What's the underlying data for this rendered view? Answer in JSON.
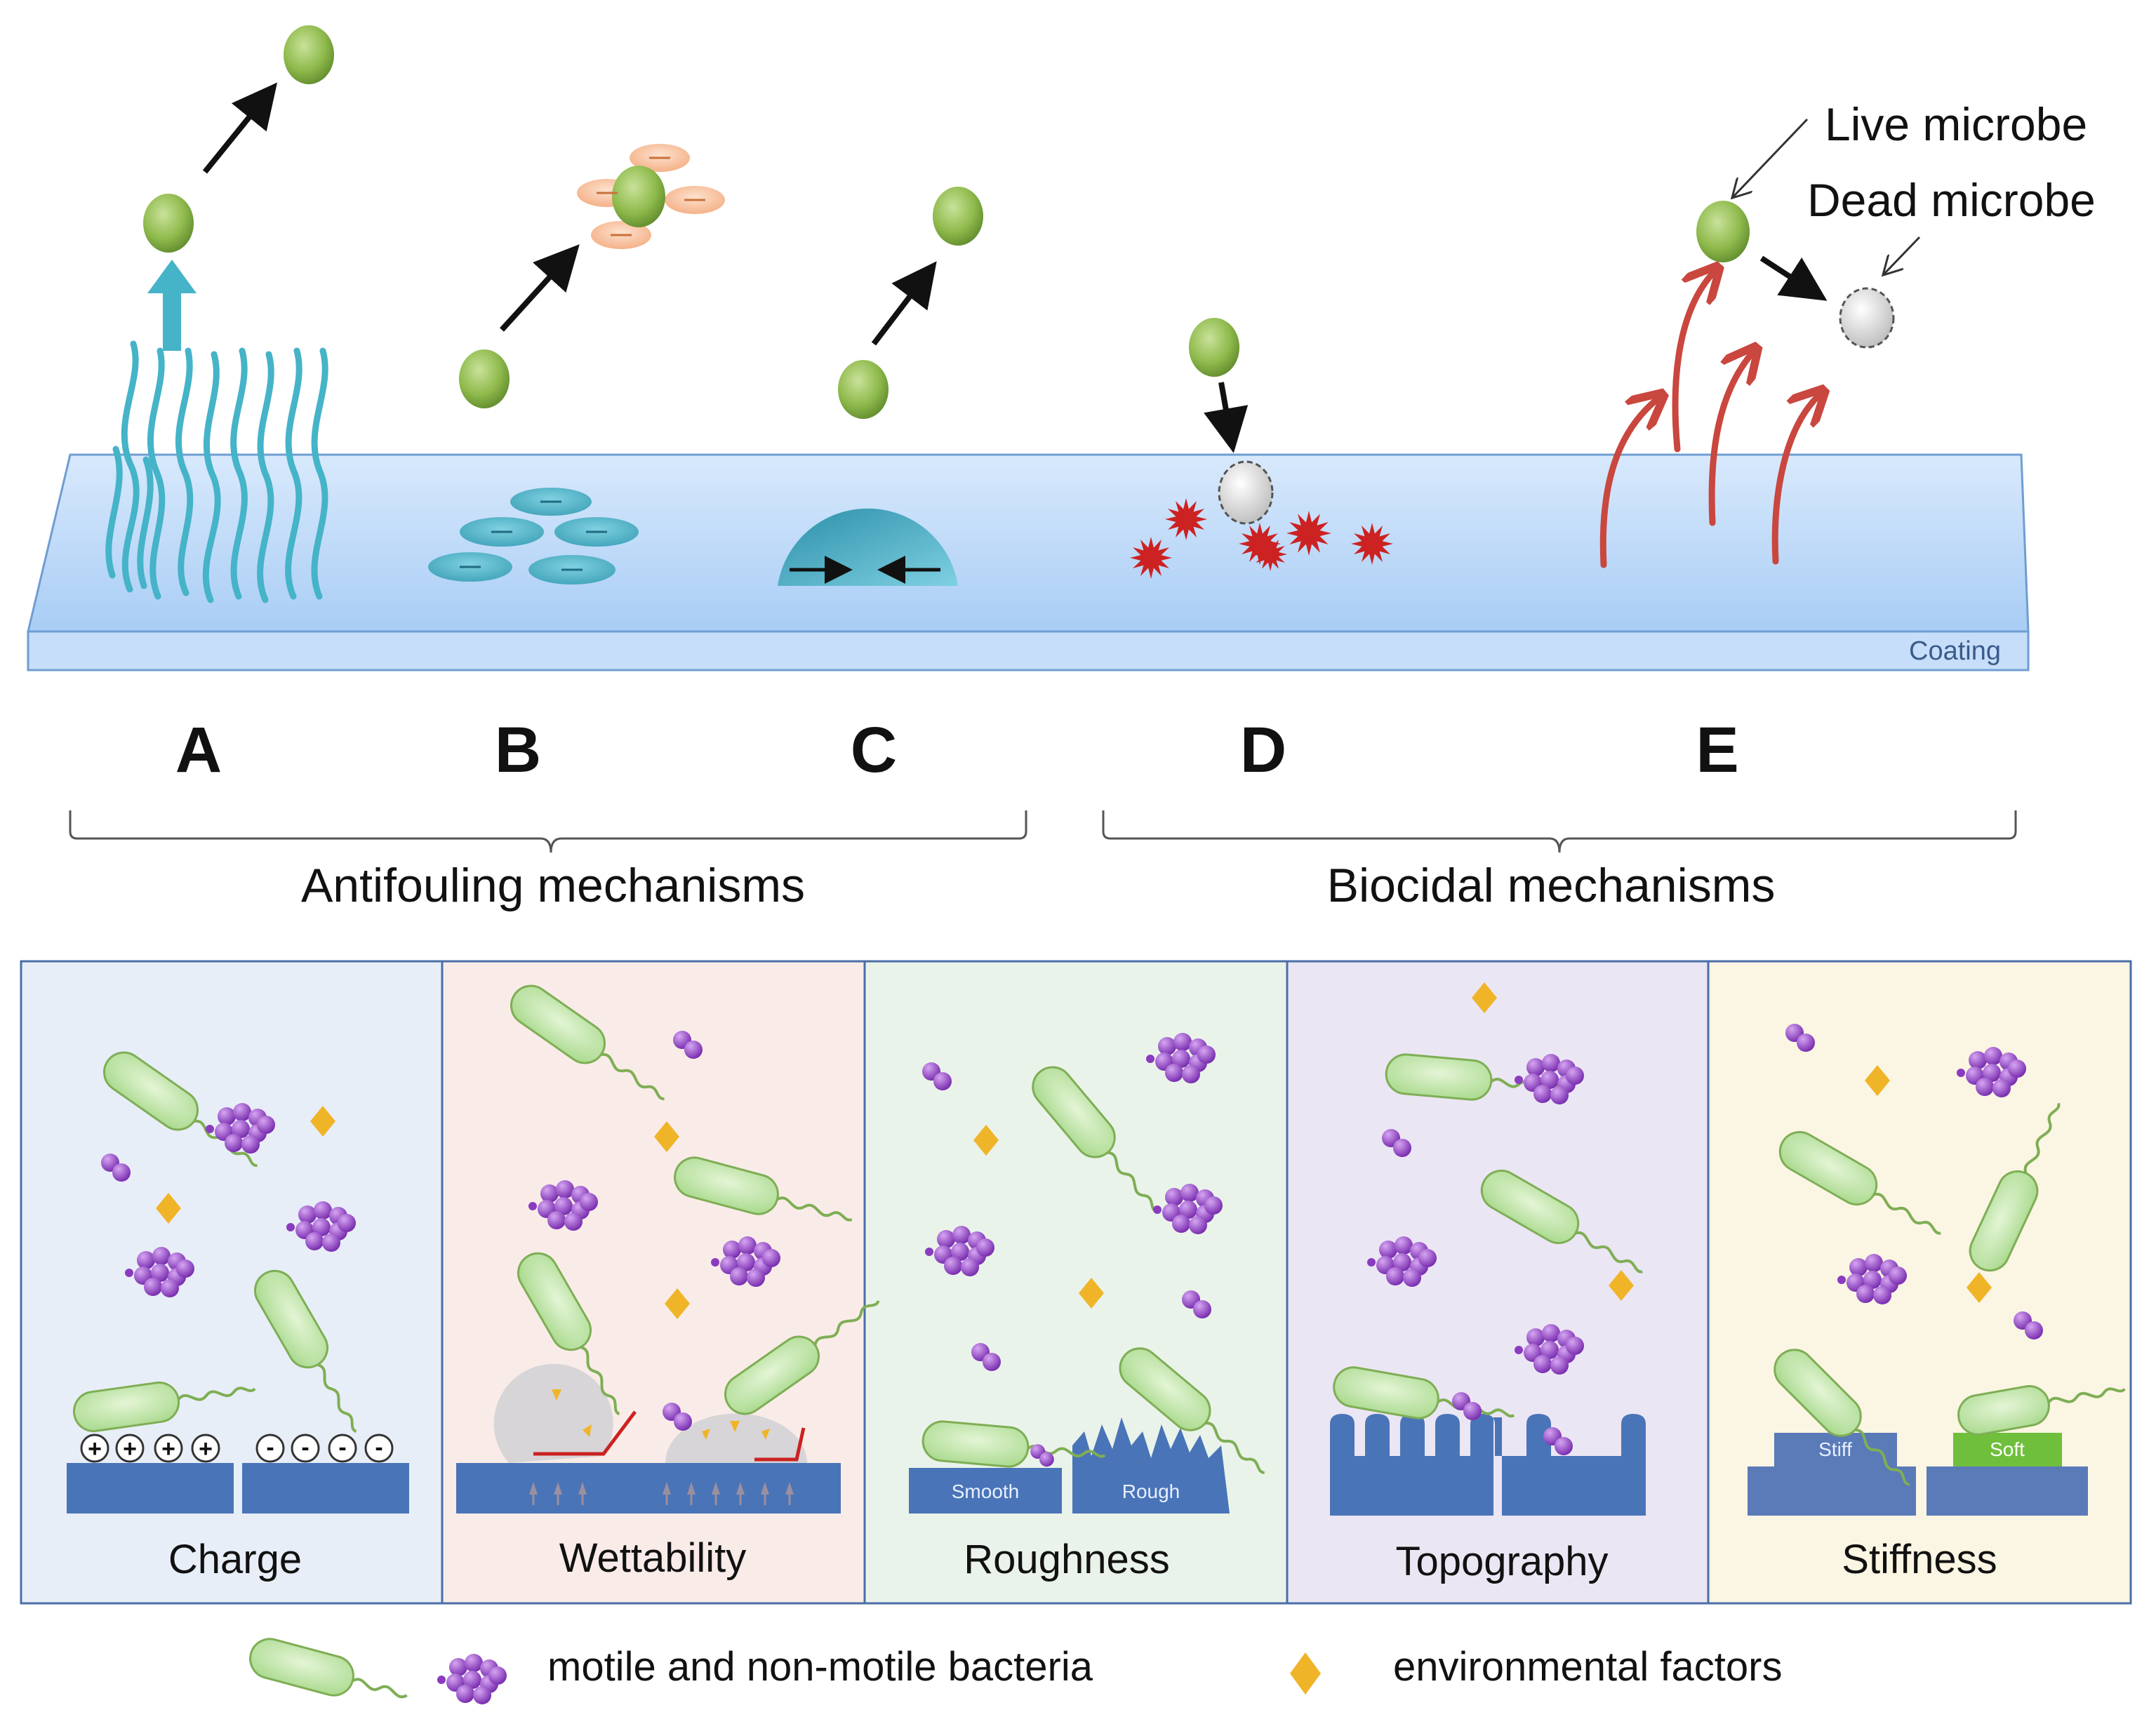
{
  "top": {
    "labels": [
      "A",
      "B",
      "C",
      "D",
      "E"
    ],
    "coating_label": "Coating",
    "live_microbe_label": "Live microbe",
    "dead_microbe_label": "Dead microbe",
    "group_antifouling": "Antifouling mechanisms",
    "group_biocidal": "Biocidal mechanisms",
    "charge_plus": "+",
    "charge_minus": "−"
  },
  "panels": [
    {
      "title": "Charge",
      "bg": "#e8eef8"
    },
    {
      "title": "Wettability",
      "bg": "#f9ece8"
    },
    {
      "title": "Roughness",
      "bg": "#eaf3ea"
    },
    {
      "title": "Topography",
      "bg": "#ebe6f4"
    },
    {
      "title": "Stiffness",
      "bg": "#fbf5e3"
    }
  ],
  "panel_labels": {
    "charge_plus": "+",
    "charge_minus": "-",
    "smooth": "Smooth",
    "rough": "Rough",
    "stiff": "Stiff",
    "soft": "Soft"
  },
  "legend": {
    "bacteria_label": "motile and non-motile bacteria",
    "env_label": "environmental factors"
  },
  "colors": {
    "microbe_green": "#8fba4c",
    "dead_microbe": "#d9d9d9",
    "surface_blue": "#cfe3fb",
    "brush_teal": "#45b3c8",
    "spike_red": "#cc2222",
    "release_red": "#c9473e",
    "substrate_blue": "#4a74b8",
    "bacteria_purple": "#8a3bbf",
    "diamond_gold": "#f0b429",
    "bacterium_green": "#bfe3a6"
  }
}
